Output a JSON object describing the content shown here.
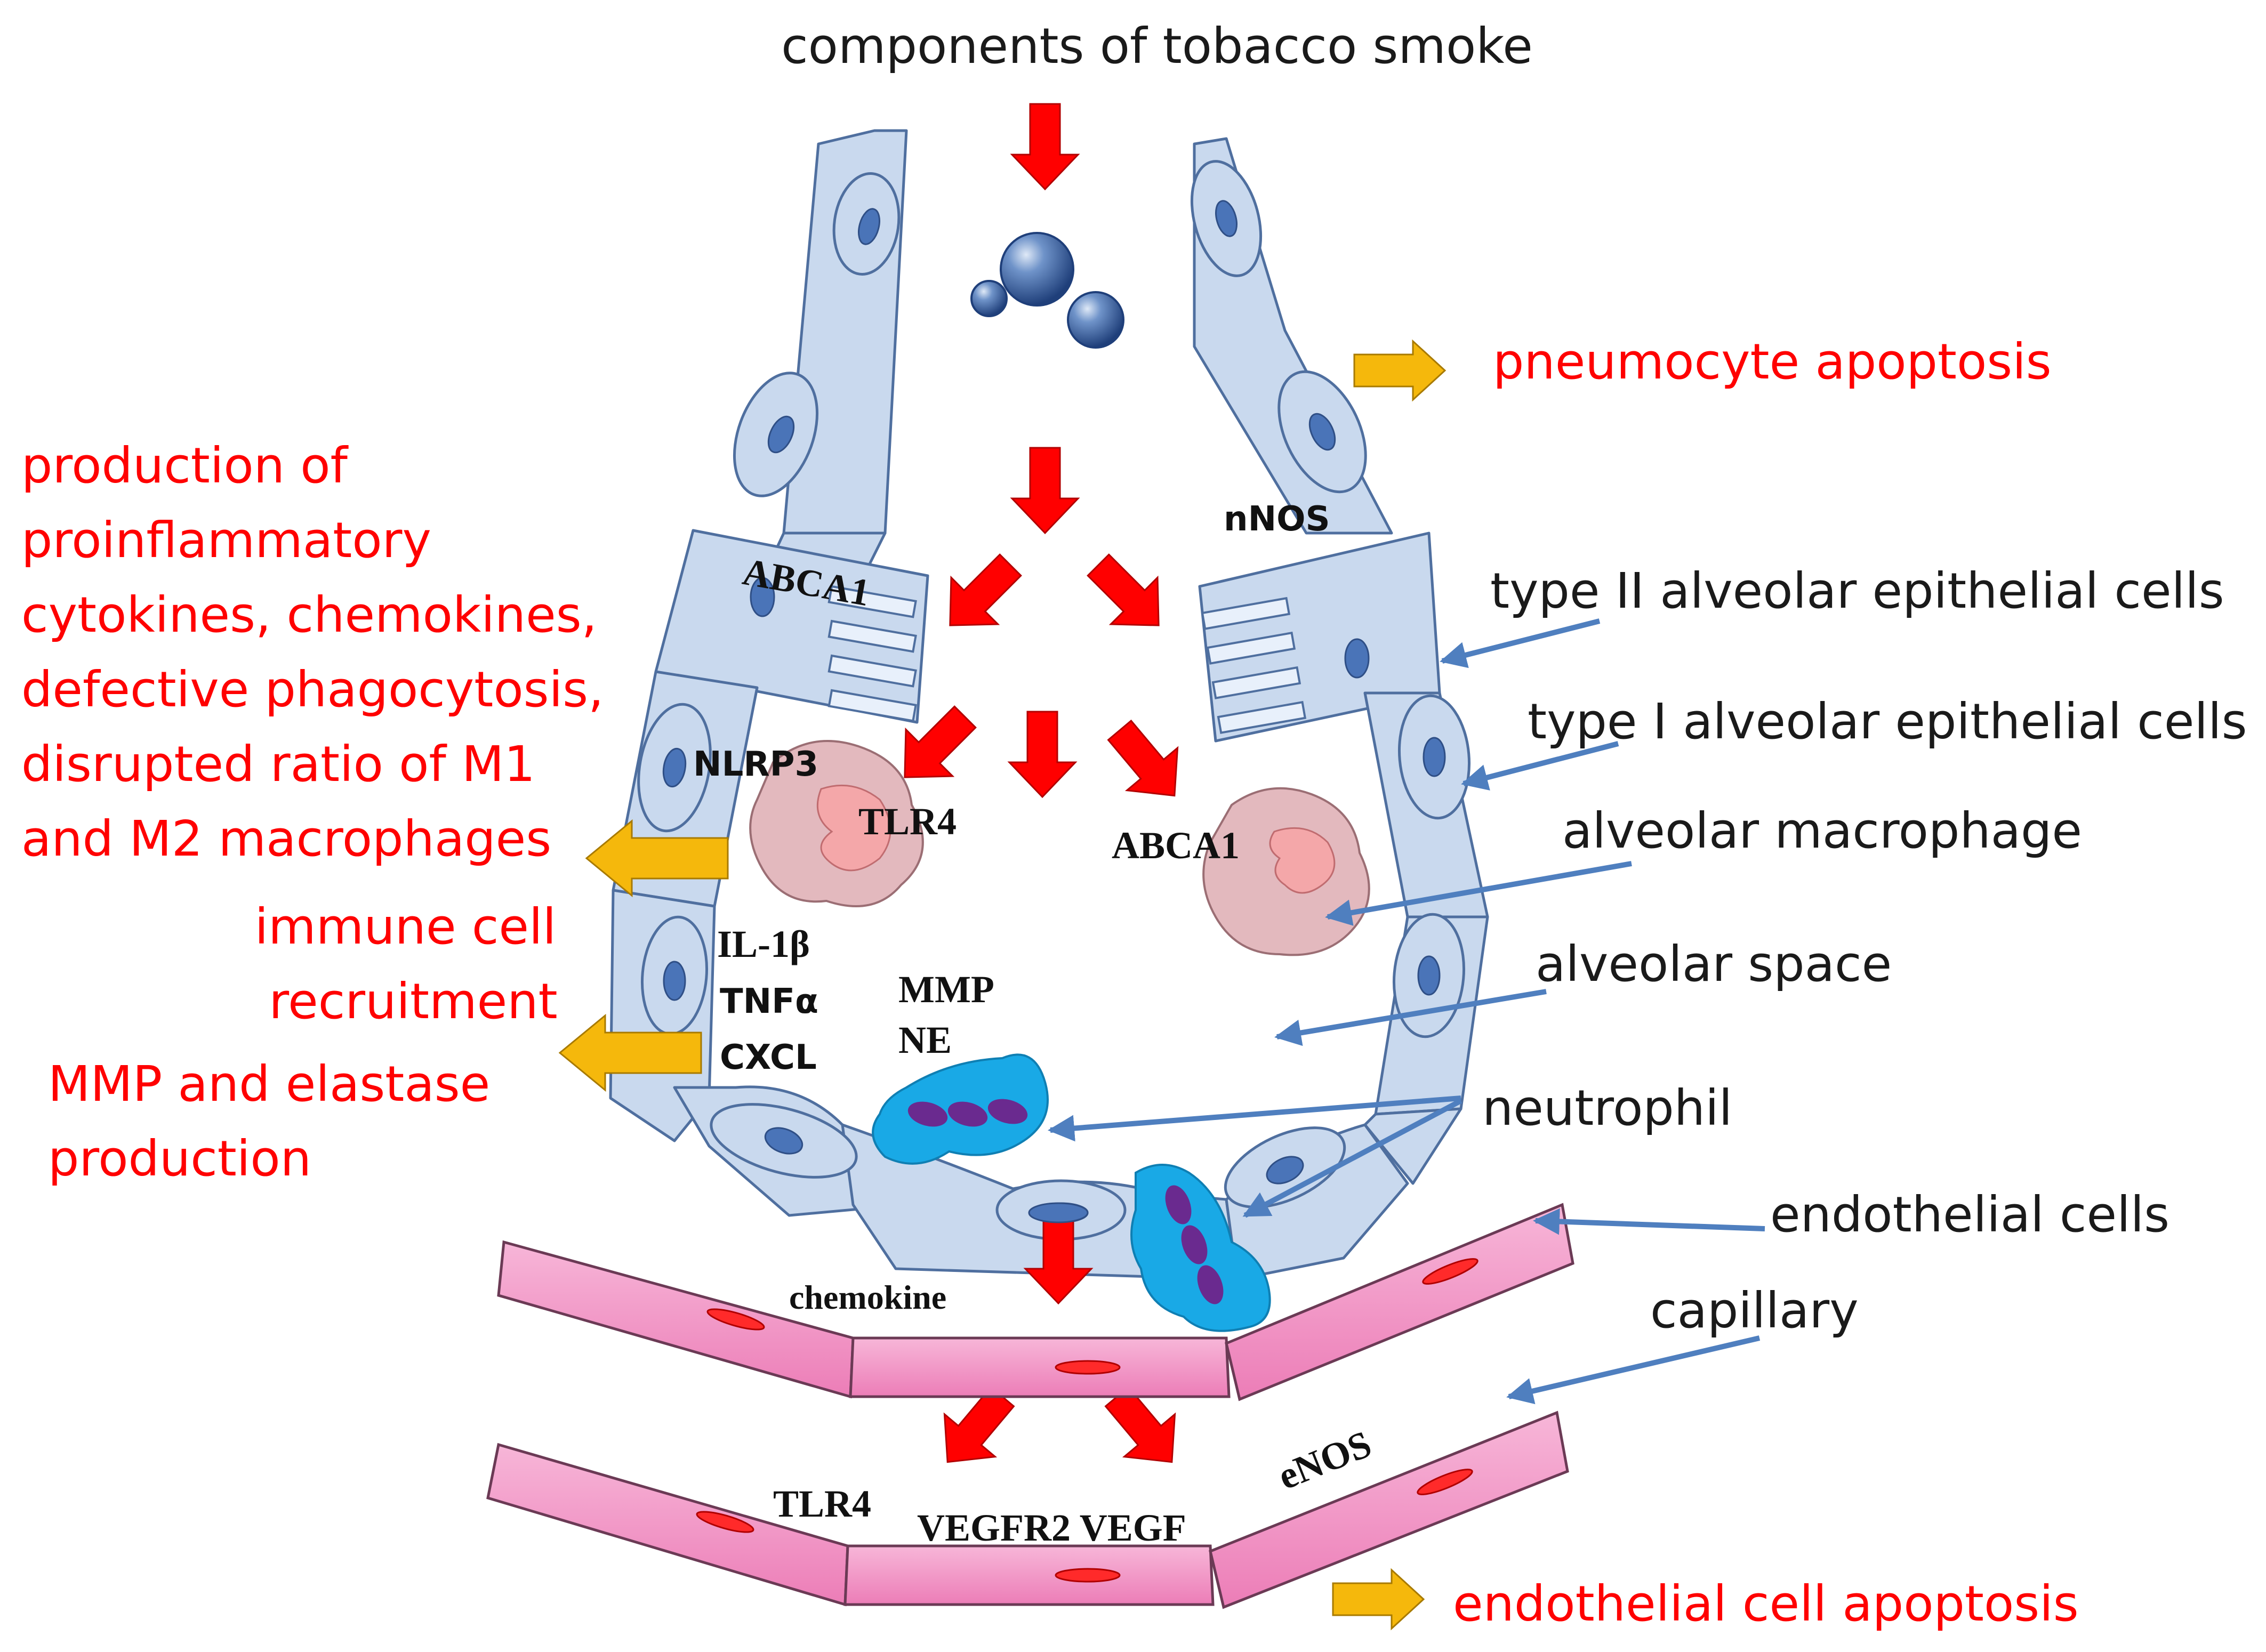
{
  "title": "components of tobacco smoke",
  "effects": {
    "pneumocyte_apoptosis": "pneumocyte apoptosis",
    "production_lines": [
      "production of",
      "proinflammatory",
      "cytokines, chemokines,",
      "defective phagocytosis,",
      "disrupted ratio of M1",
      "and M2 macrophages"
    ],
    "immune_recruitment_lines": [
      "immune cell",
      "recruitment"
    ],
    "mmp_elastase_lines": [
      "MMP and elastase",
      "production"
    ],
    "endothelial_apoptosis": "endothelial cell apoptosis"
  },
  "structure_labels": {
    "type2": "type II alveolar epithelial cells",
    "type1": "type I alveolar epithelial cells",
    "macrophage": "alveolar macrophage",
    "space": "alveolar space",
    "neutrophil": "neutrophil",
    "endothelial": "endothelial cells",
    "capillary": "capillary"
  },
  "molecules": {
    "nnos": "nNOS",
    "abca1_left": "ABCA1",
    "nlrp3": "NLRP3",
    "tlr4_macrophage": "TLR4",
    "abca1_right": "ABCA1",
    "il1b": "IL-1β",
    "tnfa": "TNFα",
    "cxcl": "CXCL",
    "mmp": "MMP",
    "ne": "NE",
    "chemokine": "chemokine",
    "tlr4_endo": "TLR4",
    "vegfr2_vegf": "VEGFR2 VEGF",
    "enos": "eNOS"
  },
  "colors": {
    "effect_text": "#ff0000",
    "label_text": "#1a1a1a",
    "epithelium_fill": "#c9d9ee",
    "epithelium_stroke": "#4f6f9f",
    "nucleus": "#4a74b8",
    "red_arrow": "#ff0000",
    "yellow_arrow": "#f5b80c",
    "pointer_arrow": "#4f7fbf",
    "endothelium_fill": "#f28fc3",
    "endothelium_stroke": "#6b3a55",
    "macrophage_fill": "#e3b9be",
    "macrophage_core": "#f4a7a9",
    "neutrophil_fill": "#19a9e6",
    "neutrophil_nuclei": "#6a2a8f",
    "smoke_particles": "#3a63a6"
  },
  "icons": [
    "smoke-particle-icon",
    "macrophage-icon",
    "neutrophil-icon",
    "red-arrow-icon",
    "yellow-arrow-icon",
    "pointer-arrow-icon"
  ]
}
